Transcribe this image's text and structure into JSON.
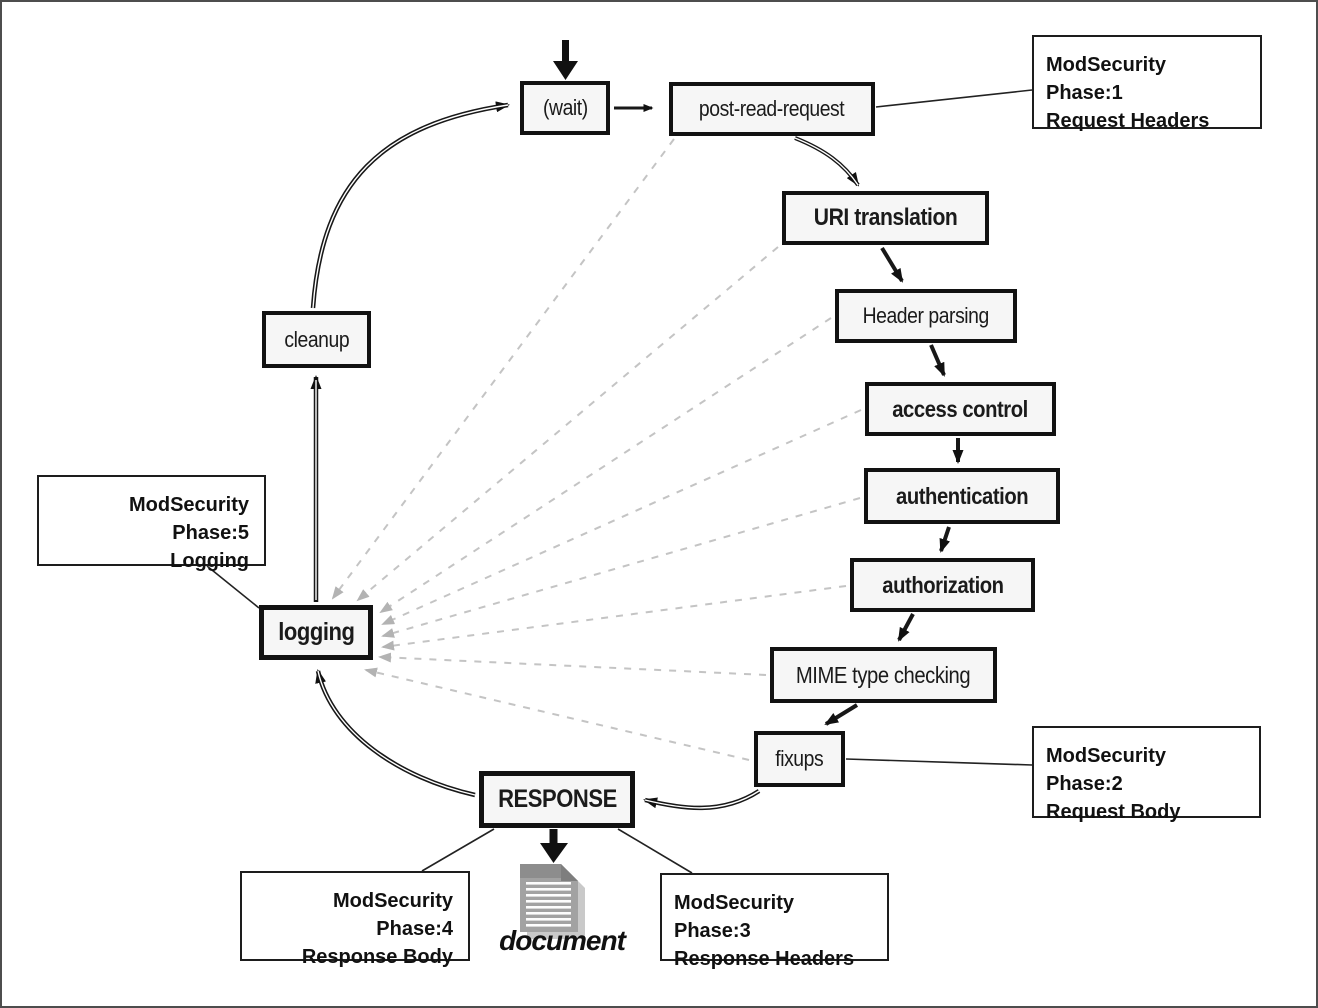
{
  "nodes": {
    "wait": {
      "label": "(wait)"
    },
    "post_read_request": {
      "label": "post-read-request"
    },
    "uri_translation": {
      "label": "URI translation"
    },
    "header_parsing": {
      "label": "Header parsing"
    },
    "access_control": {
      "label": "access control"
    },
    "authentication": {
      "label": "authentication"
    },
    "authorization": {
      "label": "authorization"
    },
    "mime_type_checking": {
      "label": "MIME type checking"
    },
    "fixups": {
      "label": "fixups"
    },
    "response": {
      "label": "RESPONSE"
    },
    "logging": {
      "label": "logging"
    },
    "cleanup": {
      "label": "cleanup"
    }
  },
  "annotations": {
    "phase1": {
      "line1": "ModSecurity Phase:1",
      "line2": "Request Headers"
    },
    "phase2": {
      "line1": "ModSecurity Phase:2",
      "line2": "Request Body"
    },
    "phase3": {
      "line1": "ModSecurity Phase:3",
      "line2": "Response Headers"
    },
    "phase4": {
      "line1": "ModSecurity Phase:4",
      "line2": "Response Body"
    },
    "phase5": {
      "line1": "ModSecurity Phase:5",
      "line2": "Logging"
    }
  },
  "document": {
    "label": "document"
  },
  "colors": {
    "node_fill": "#f6f6f6",
    "node_border": "#121212",
    "dashed_line": "#bdbdbd",
    "frame_border": "#4d4d4d",
    "background": "#ffffff"
  }
}
